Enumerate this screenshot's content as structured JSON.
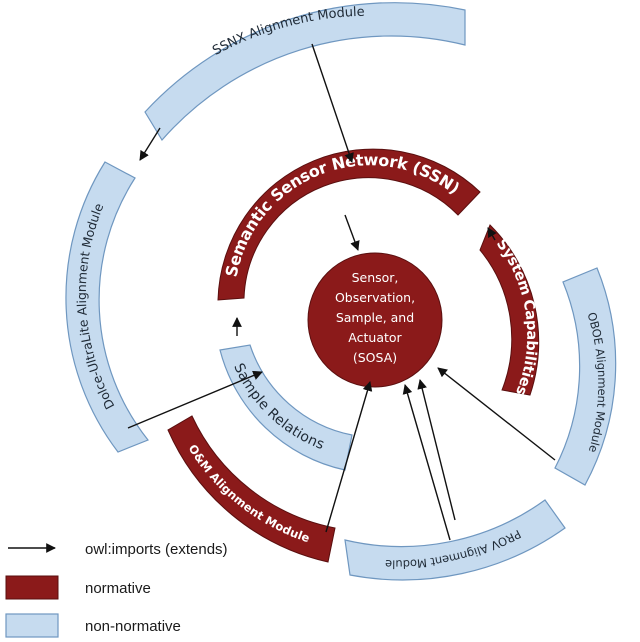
{
  "center": {
    "lines": [
      "Sensor,",
      "Observation,",
      "Sample, and",
      "Actuator",
      "(SOSA)"
    ]
  },
  "modules": {
    "ssn": "Semantic Sensor Network (SSN)",
    "system_capabilities": "System Capabilities",
    "sample_relations": "Sample Relations",
    "om": "O&M Alignment Module",
    "ssnx": "SSNX Alignment Module",
    "dul": "Dolce-UltraLite Alignment Module",
    "oboe": "OBOE Alignment Module",
    "prov": "PROV Alignment Module"
  },
  "legend": {
    "imports": "owl:imports (extends)",
    "normative": "normative",
    "non_normative": "non-normative"
  },
  "colors": {
    "normative": "#8b1a1a",
    "non_normative": "#c6dbef"
  }
}
